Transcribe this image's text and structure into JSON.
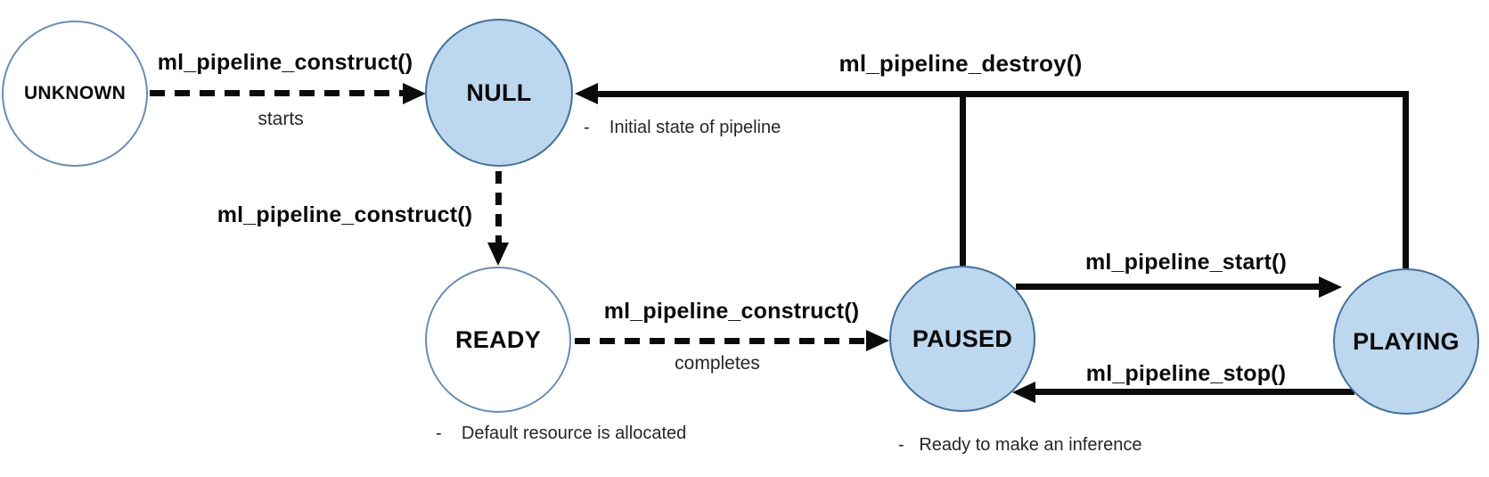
{
  "diagram": {
    "title": "ml pipeline state diagram",
    "colors": {
      "page_background": "#ffffff",
      "state_fill": "#bdd7ee",
      "state_fill_border": "#41719c",
      "state_outline_border": "#6b8cb0",
      "line": "#0b0b0b",
      "label_text": "#0b0b0b",
      "note_text": "#262626"
    },
    "states": [
      {
        "id": "unknown",
        "label": "UNKNOWN",
        "filled": false
      },
      {
        "id": "null",
        "label": "NULL",
        "filled": true
      },
      {
        "id": "ready",
        "label": "READY",
        "filled": false
      },
      {
        "id": "paused",
        "label": "PAUSED",
        "filled": true
      },
      {
        "id": "playing",
        "label": "PLAYING",
        "filled": true
      }
    ],
    "transitions": {
      "unknown_to_null": {
        "label": "ml_pipeline_construct()",
        "sublabel": "starts",
        "style": "dashed"
      },
      "null_to_ready": {
        "label": "ml_pipeline_construct()",
        "style": "dashed"
      },
      "ready_to_paused": {
        "label": "ml_pipeline_construct()",
        "sublabel": "completes",
        "style": "dashed"
      },
      "paused_to_playing": {
        "label": "ml_pipeline_start()",
        "style": "solid"
      },
      "playing_to_paused": {
        "label": "ml_pipeline_stop()",
        "style": "solid"
      },
      "destroy": {
        "label": "ml_pipeline_destroy()",
        "style": "solid"
      }
    },
    "notes": {
      "null": "-    Initial state of pipeline",
      "ready": "-    Default resource is allocated",
      "paused": "-   Ready to make an inference"
    }
  }
}
